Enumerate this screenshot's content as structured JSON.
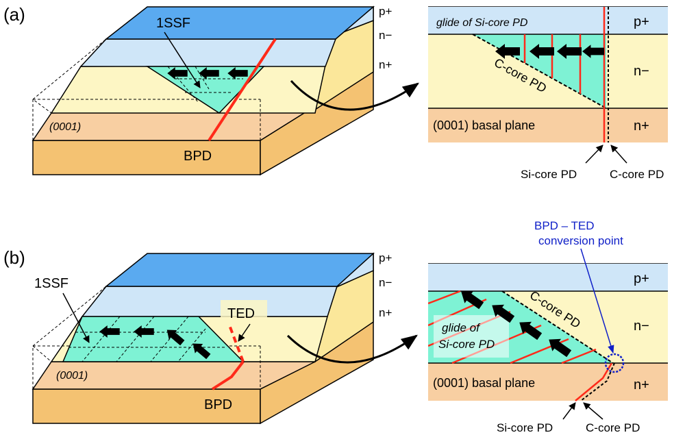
{
  "panel_a": {
    "letter": "(a)",
    "block": {
      "sf_label": "1SSF",
      "plane_label": "(0001)",
      "bpd_label": "BPD",
      "layer_p": "p+",
      "layer_nminus": "n−",
      "layer_nplus": "n+"
    },
    "section": {
      "glide_text": "glide of Si-core PD",
      "ccore_text": "C-core PD",
      "basal_text": "(0001) basal plane",
      "layer_p": "p+",
      "layer_nminus": "n−",
      "layer_nplus": "n+",
      "si_core_label": "Si-core PD",
      "c_core_label": "C-core PD"
    }
  },
  "panel_b": {
    "letter": "(b)",
    "block": {
      "sf_label": "1SSF",
      "ted_label": "TED",
      "plane_label": "(0001)",
      "bpd_label": "BPD",
      "layer_p": "p+",
      "layer_nminus": "n−",
      "layer_nplus": "n+"
    },
    "section": {
      "conversion_line1": "BPD – TED",
      "conversion_line2": "conversion point",
      "ccore_text": "C-core PD",
      "glide_line1": "glide of",
      "glide_line2": "Si-core PD",
      "basal_text": "(0001) basal plane",
      "layer_p": "p+",
      "layer_nminus": "n−",
      "layer_nplus": "n+",
      "si_core_label": "Si-core PD",
      "c_core_label": "C-core PD"
    }
  },
  "colors": {
    "p_top": "#5aaaf0",
    "p_layer": "#cfe6f8",
    "n_minus": "#fdf6c4",
    "n_plus": "#f8cfa2",
    "n_plus_side": "#f4c272",
    "n_minus_side": "#fbe79a",
    "sf": "#7ef2d4",
    "defect": "#ff2a1a",
    "annotation": "#1020c8"
  }
}
